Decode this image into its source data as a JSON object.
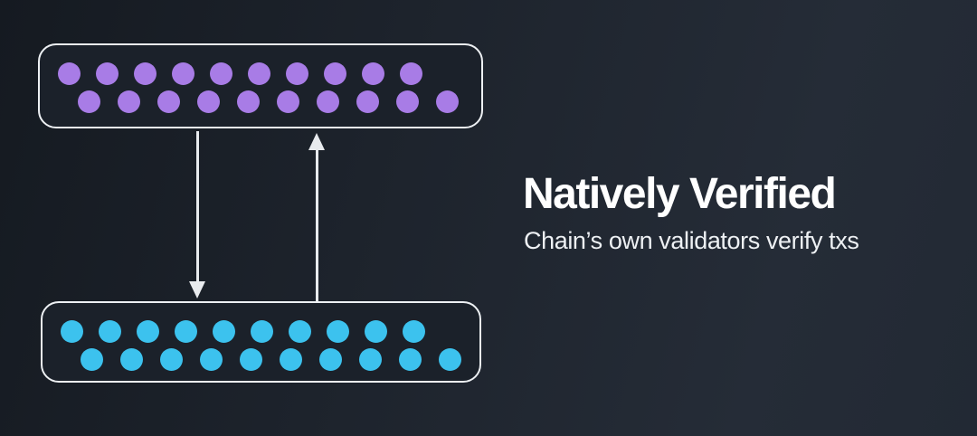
{
  "caption": {
    "title": "Natively Verified",
    "subtitle": "Chain’s own validators verify txs"
  },
  "diagram": {
    "top_chain": {
      "dot_color": "#a87ce6",
      "row1_count": 10,
      "row2_count": 10
    },
    "bottom_chain": {
      "dot_color": "#3cc2ee",
      "row1_count": 10,
      "row2_count": 10
    },
    "arrows": [
      {
        "direction": "down"
      },
      {
        "direction": "up"
      }
    ]
  },
  "colors": {
    "bg_start": "#151a21",
    "bg_mid": "#1d232c",
    "bg_end": "#252c37",
    "box_border": "#edf0f3",
    "box_fill": "#1b212a",
    "arrow": "#e8ebee",
    "purple_dot": "#a87ce6",
    "cyan_dot": "#3cc2ee",
    "title_text": "#ffffff",
    "subtitle_text": "#eef1f4"
  }
}
